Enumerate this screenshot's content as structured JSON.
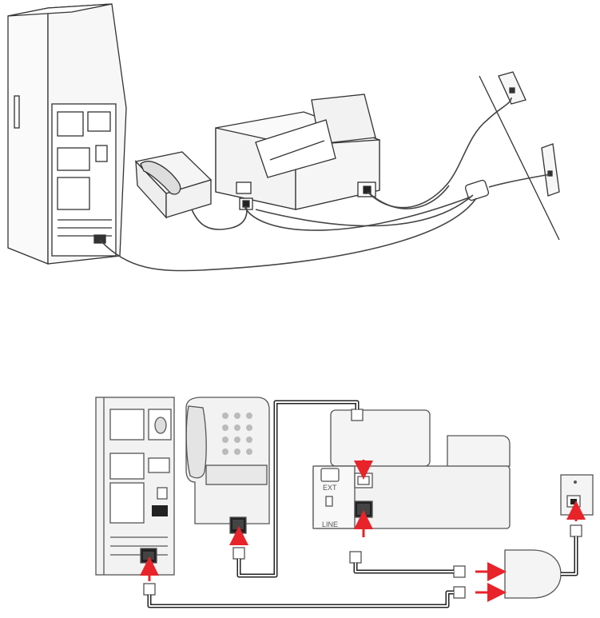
{
  "illustration_top": {
    "items": [
      "computer-tower",
      "telephone",
      "printer",
      "wall-jack-upper",
      "wall-jack-lower",
      "line-splitter"
    ]
  },
  "diagram_bottom": {
    "port_labels": {
      "ext": "EXT",
      "line": "LINE"
    },
    "colors": {
      "arrow": "#e8232a",
      "line": "#222222",
      "device_fill": "#f2f2f2",
      "device_stroke": "#555555"
    }
  }
}
